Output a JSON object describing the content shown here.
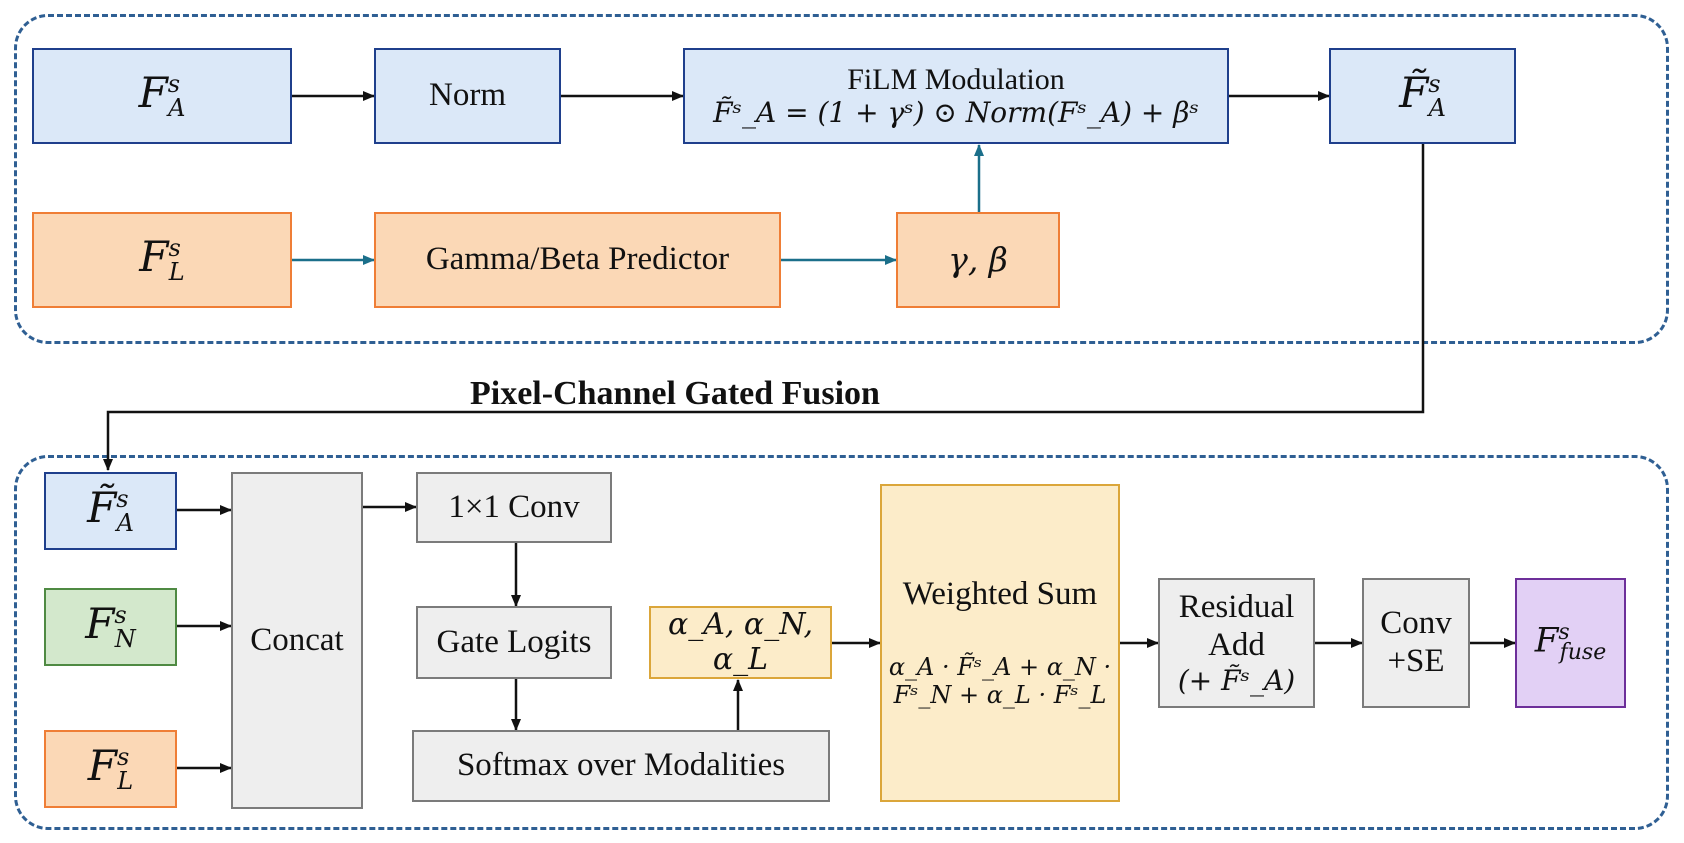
{
  "title": "Pixel-Channel Gated Fusion",
  "colors": {
    "panel_border": "#2f5f93",
    "blue_fill": "#dbe8f8",
    "blue_border": "#1f3f8c",
    "orange_fill": "#fbd8b6",
    "orange_border": "#ef7e36",
    "green_fill": "#d3e8cc",
    "green_border": "#4f8a43",
    "grey_fill": "#eeeeee",
    "grey_border": "#7b7b7b",
    "yellow_fill": "#fcecc9",
    "yellow_border": "#dba63a",
    "purple_fill": "#e2d0f5",
    "purple_border": "#6d2f9a",
    "arrow_dark": "#111111",
    "arrow_teal": "#1b6f8a"
  },
  "top": {
    "fa_input": "F",
    "fa_input_sub": "A",
    "fa_input_sup": "s",
    "norm": "Norm",
    "film_title": "FiLM Modulation",
    "film_eq": "F̃ˢ_A = (1 + γˢ) ⊙ Norm(Fˢ_A) + βˢ",
    "fa_tilde": "F̃",
    "fa_tilde_sub": "A",
    "fa_tilde_sup": "s",
    "fl_input": "F",
    "fl_input_sub": "L",
    "fl_input_sup": "s",
    "predictor": "Gamma/Beta Predictor",
    "gamma_beta": "γ, β"
  },
  "bottom": {
    "in_a": "F̃",
    "in_a_sub": "A",
    "in_a_sup": "s",
    "in_n": "F",
    "in_n_sub": "N",
    "in_n_sup": "s",
    "in_l": "F",
    "in_l_sub": "L",
    "in_l_sup": "s",
    "concat": "Concat",
    "conv1x1": "1×1 Conv",
    "gate_logits": "Gate Logits",
    "softmax": "Softmax over Modalities",
    "alphas": "α_A, α_N, α_L",
    "weighted_sum_title": "Weighted Sum",
    "weighted_sum_line1": "α_A · F̃ˢ_A + α_N ·",
    "weighted_sum_line2": "Fˢ_N + α_L · Fˢ_L",
    "residual_line1": "Residual",
    "residual_line2": "Add",
    "residual_line3": "(+ F̃ˢ_A)",
    "conv_se_line1": "Conv",
    "conv_se_line2": "+SE",
    "fuse": "F",
    "fuse_sub": "fuse",
    "fuse_sup": "s"
  }
}
